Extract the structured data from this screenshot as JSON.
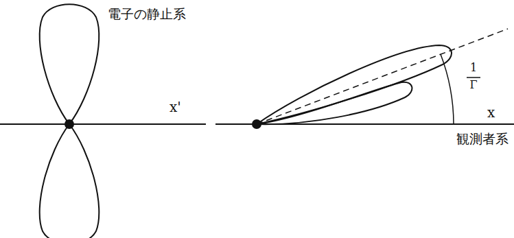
{
  "diagram": {
    "labels": [
      "電子の静止系",
      "x'",
      "1",
      "Γ",
      "x",
      "観測者系"
    ]
  }
}
